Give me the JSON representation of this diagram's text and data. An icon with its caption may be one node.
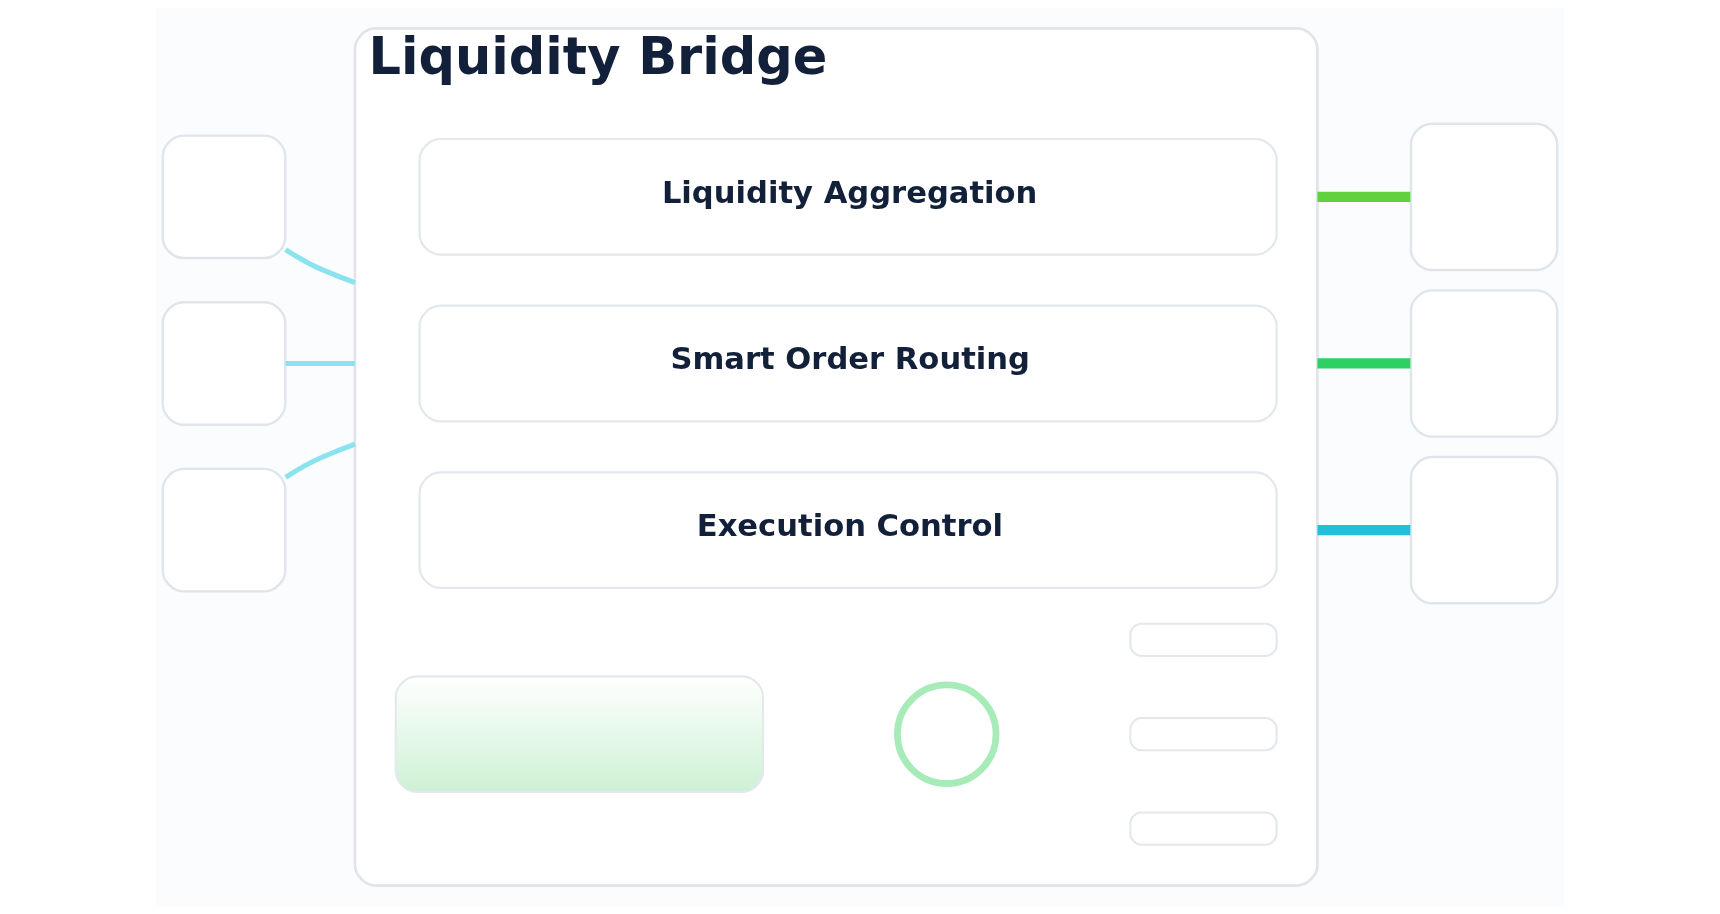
{
  "diagram": {
    "nodes": [
      {
        "text": [],
        "shape": "box"
      },
      {
        "text": [],
        "shape": "box"
      },
      {
        "text": [],
        "shape": "box"
      },
      {
        "text": [
          "Liquidity Bridge"
        ]
      },
      {
        "text": [
          "Liquidity Aggregation"
        ],
        "in": 3
      },
      {
        "text": [
          "Smart Order Routing"
        ],
        "in": 3
      },
      {
        "text": [
          "Execution Control"
        ],
        "in": 3
      },
      {
        "text": [],
        "shape": "picture",
        "in": 3
      },
      {
        "text": [],
        "shape": "circle",
        "in": 3
      },
      {
        "text": [],
        "shape": "bar",
        "in": 3
      },
      {
        "text": [],
        "shape": "bar",
        "in": 3
      },
      {
        "text": [],
        "shape": "bar",
        "in": 3
      },
      {
        "text": [],
        "shape": "box"
      },
      {
        "text": [],
        "shape": "box"
      },
      {
        "text": [],
        "shape": "box"
      }
    ],
    "edges": [
      {
        "from": 0,
        "to": 3,
        "arrow": "none"
      },
      {
        "from": 1,
        "to": 3,
        "arrow": "none"
      },
      {
        "from": 2,
        "to": 3,
        "arrow": "none"
      },
      {
        "from": 3,
        "to": 12,
        "arrow": "none",
        "style": "thick",
        "color": "#5fd23e"
      },
      {
        "from": 3,
        "to": 13,
        "arrow": "none",
        "style": "thick",
        "color": "#2fd063"
      },
      {
        "from": 3,
        "to": 14,
        "arrow": "none",
        "style": "thick",
        "color": "#22bfdb"
      }
    ]
  }
}
